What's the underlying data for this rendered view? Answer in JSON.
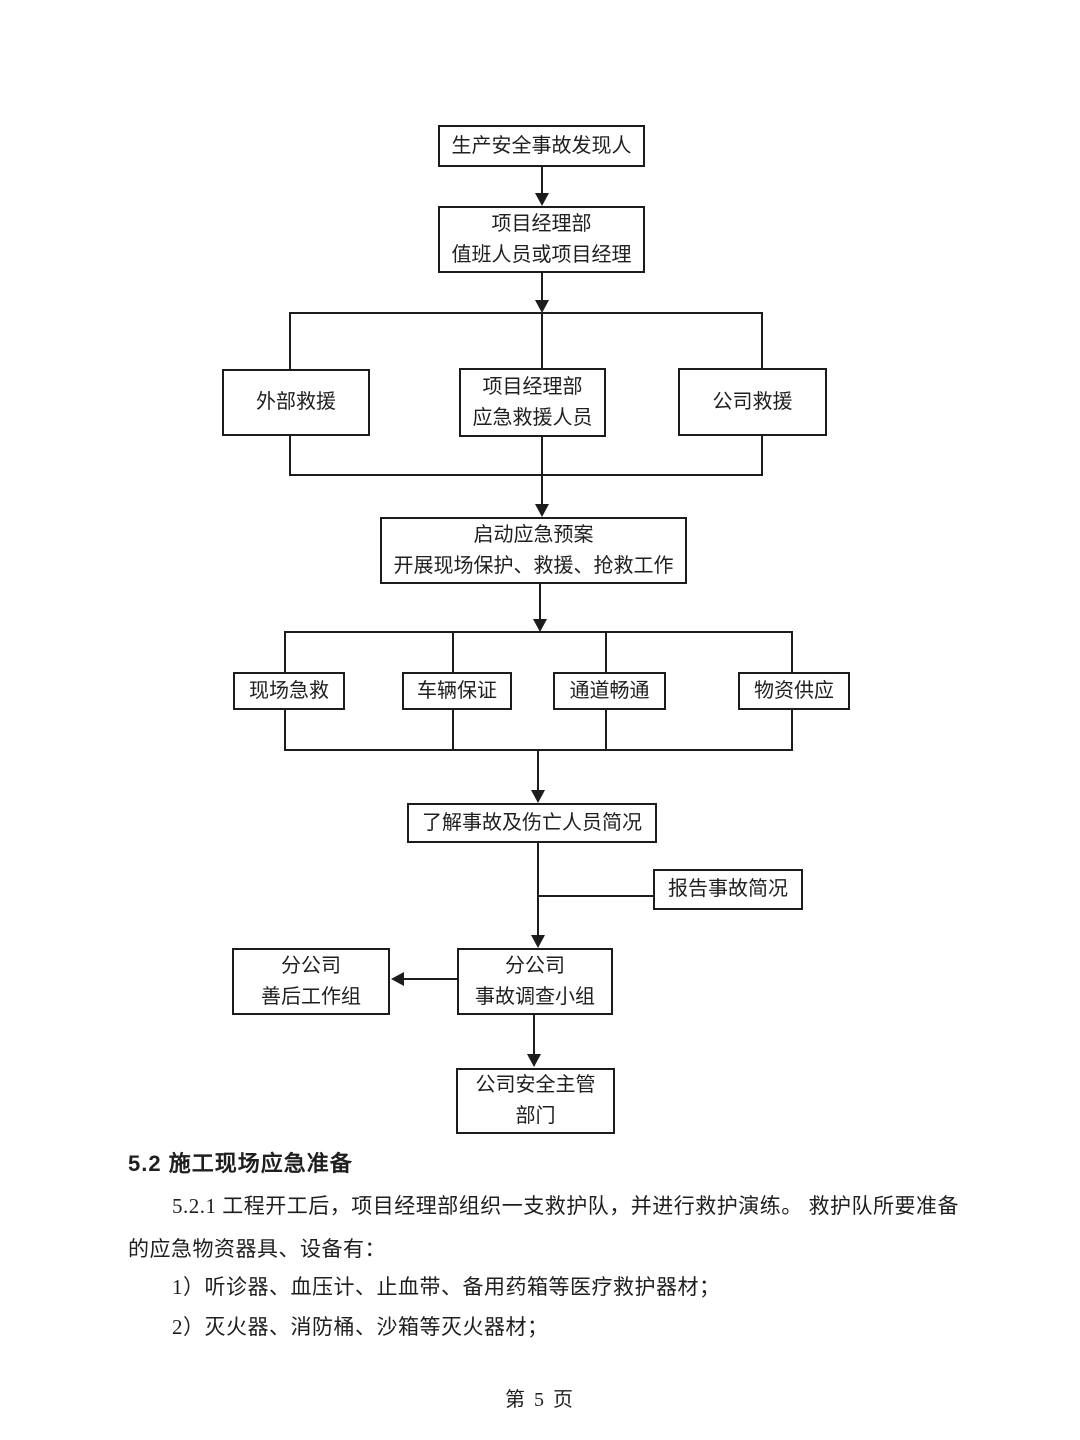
{
  "flowchart": {
    "nodes": [
      {
        "id": "accident-discoverer",
        "lines": [
          "生产安全事故发现人"
        ]
      },
      {
        "id": "project-dept-duty",
        "lines": [
          "项目经理部",
          "值班人员或项目经理"
        ]
      },
      {
        "id": "external-rescue",
        "lines": [
          "外部救援"
        ]
      },
      {
        "id": "project-dept-rescue",
        "lines": [
          "项目经理部",
          "应急救援人员"
        ]
      },
      {
        "id": "company-rescue",
        "lines": [
          "公司救援"
        ]
      },
      {
        "id": "start-plan",
        "lines": [
          "启动应急预案",
          "开展现场保护、救援、抢救工作"
        ]
      },
      {
        "id": "onsite-first-aid",
        "lines": [
          "现场急救"
        ]
      },
      {
        "id": "vehicle-guarantee",
        "lines": [
          "车辆保证"
        ]
      },
      {
        "id": "channel-clear",
        "lines": [
          "通道畅通"
        ]
      },
      {
        "id": "material-supply",
        "lines": [
          "物资供应"
        ]
      },
      {
        "id": "accident-brief",
        "lines": [
          "了解事故及伤亡人员简况"
        ]
      },
      {
        "id": "report-brief",
        "lines": [
          "报告事故简况"
        ]
      },
      {
        "id": "aftermath-group",
        "lines": [
          "分公司",
          "善后工作组"
        ]
      },
      {
        "id": "investigation-group",
        "lines": [
          "分公司",
          "事故调查小组"
        ]
      },
      {
        "id": "company-safety-dept",
        "lines": [
          "公司安全主管",
          "部门"
        ]
      }
    ]
  },
  "section": {
    "heading": "5.2 施工现场应急准备",
    "paragraph_lines": [
      "5.2.1 工程开工后，项目经理部组织一支救护队，并进行救护演练。 救护队所要准备",
      "的应急物资器具、设备有："
    ],
    "items": [
      "1）听诊器、血压计、止血带、备用药箱等医疗救护器材；",
      "2）灭火器、消防桶、沙箱等灭火器材；"
    ]
  },
  "footer": {
    "page_label": "第 5 页"
  },
  "colors": {
    "ink": "#1f1f1f",
    "line": "#1c1c1c",
    "background": "#ffffff"
  }
}
